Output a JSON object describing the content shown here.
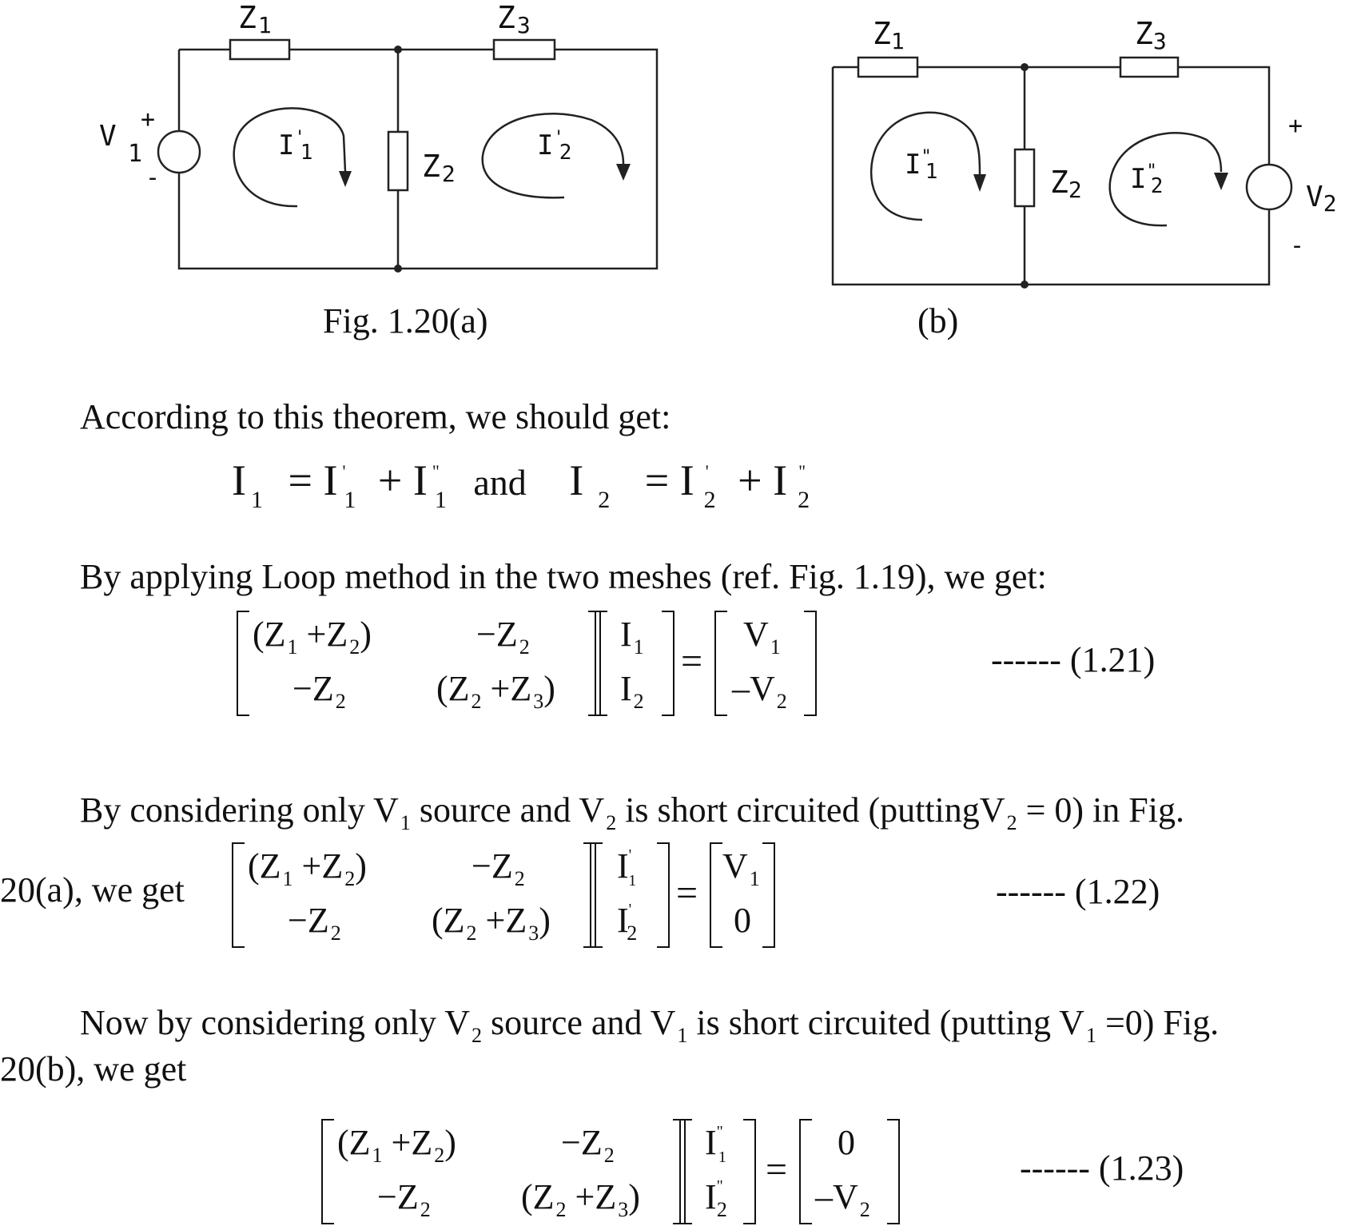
{
  "figure": {
    "a": {
      "z1": "Z",
      "z1_sub": "1",
      "z3": "Z",
      "z3_sub": "3",
      "z2": "Z",
      "z2_sub": "2",
      "source": "V",
      "source_sub": "1",
      "plus": "+",
      "minus": "-",
      "loop1": "I",
      "loop1_sub": "1",
      "loop1_mark": "'",
      "loop2": "I",
      "loop2_sub": "2",
      "loop2_mark": "'",
      "caption": "Fig. 1.20(a)"
    },
    "b": {
      "z1": "Z",
      "z1_sub": "1",
      "z3": "Z",
      "z3_sub": "3",
      "z2": "Z",
      "z2_sub": "2",
      "source": "V",
      "source_sub": "2",
      "plus": "+",
      "minus": "-",
      "loop1": "I",
      "loop1_sub": "1",
      "loop1_mark": "\"",
      "loop2": "I",
      "loop2_sub": "2",
      "loop2_mark": "\"",
      "caption": "(b)"
    }
  },
  "text": {
    "p1": "According to this theorem, we should get:",
    "p2": "By applying Loop method in the two meshes (ref. Fig. 1.19), we get:",
    "p3_a": "By considering only V",
    "p3_b": " source and V",
    "p3_c": " is short circuited (puttingV",
    "p3_d": " = 0) in Fig.",
    "p3_sub1": "1",
    "p3_sub2": "2",
    "p3_sub3": "2",
    "p3_line2": "20(a), we get",
    "p4_a": "Now by considering only V",
    "p4_b": " source and V",
    "p4_c": " is short circuited (putting V",
    "p4_d": " =0) Fig.",
    "p4_sub1": "2",
    "p4_sub2": "1",
    "p4_sub3": "1",
    "p4_line2": "20(b), we get"
  },
  "superposition": {
    "I": "I",
    "sub1": "1",
    "sub2": "2",
    "eq": "=",
    "plus": "+",
    "and": "and",
    "prime": "'",
    "dprime": "\""
  },
  "eq121": {
    "a11": "(Z",
    "a11_s1": "1",
    "a11_mid": " +Z",
    "a11_s2": "2",
    "a11_end": ")",
    "a12": "−Z",
    "a12_s": "2",
    "a21": "−Z",
    "a21_s": "2",
    "a22": "(Z",
    "a22_s1": "2",
    "a22_mid": " +Z",
    "a22_s2": "3",
    "a22_end": ")",
    "x1": "I",
    "x1_s": "1",
    "x2": "I",
    "x2_s": "2",
    "eq": "=",
    "b1": "V",
    "b1_s": "1",
    "b2": "–V",
    "b2_s": "2",
    "ref": "------ (1.21)"
  },
  "eq122": {
    "a11": "(Z",
    "a11_s1": "1",
    "a11_mid": " +Z",
    "a11_s2": "2",
    "a11_end": ")",
    "a12": "−Z",
    "a12_s": "2",
    "a21": "−Z",
    "a21_s": "2",
    "a22": "(Z",
    "a22_s1": "2",
    "a22_mid": " +Z",
    "a22_s2": "3",
    "a22_end": ")",
    "x1": "I",
    "x1_s": "1",
    "x1_m": "'",
    "x2": "I",
    "x2_s": "2",
    "x2_m": "'",
    "eq": "=",
    "b1": "V",
    "b1_s": "1",
    "b2": "0",
    "ref": "------ (1.22)"
  },
  "eq123": {
    "a11": "(Z",
    "a11_s1": "1",
    "a11_mid": " +Z",
    "a11_s2": "2",
    "a11_end": ")",
    "a12": "−Z",
    "a12_s": "2",
    "a21": "−Z",
    "a21_s": "2",
    "a22": "(Z",
    "a22_s1": "2",
    "a22_mid": " +Z",
    "a22_s2": "3",
    "a22_end": ")",
    "x1": "I",
    "x1_s": "1",
    "x1_m": "\"",
    "x2": "I",
    "x2_s": "2",
    "x2_m": "\"",
    "eq": "=",
    "b1": "0",
    "b2": "–V",
    "b2_s": "2",
    "ref": "------ (1.23)"
  }
}
